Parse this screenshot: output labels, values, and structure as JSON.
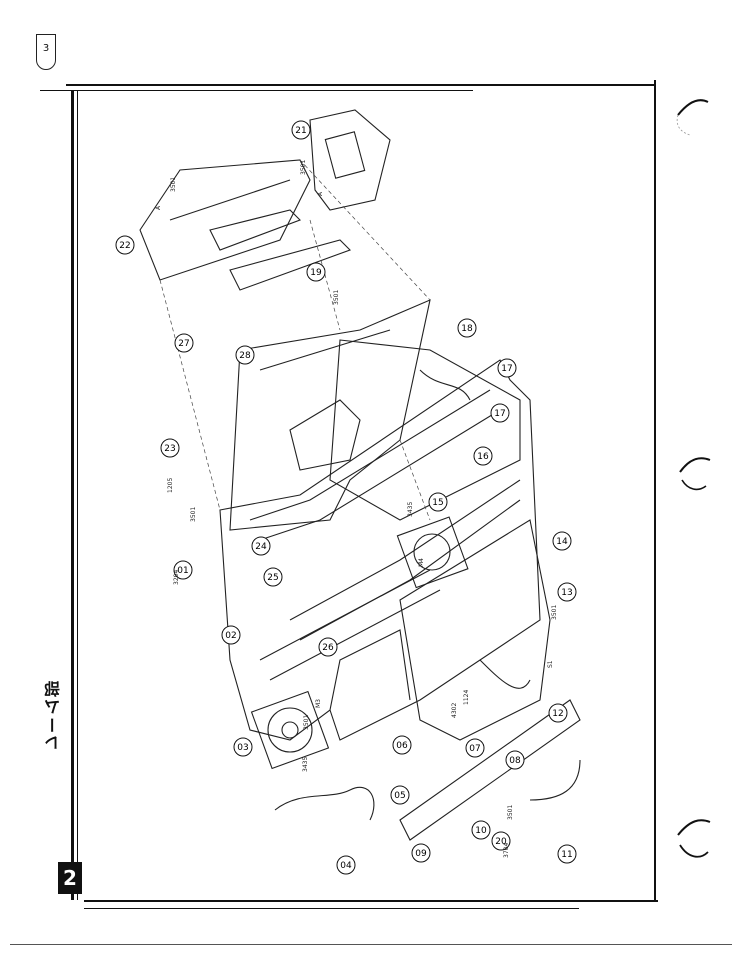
{
  "page": {
    "page_number": "3",
    "section_title": "レーム部",
    "chapter_number": "2"
  },
  "diagram": {
    "callouts": [
      {
        "id": "c21",
        "label": "21"
      },
      {
        "id": "c22",
        "label": "22"
      },
      {
        "id": "c27",
        "label": "27"
      },
      {
        "id": "c28",
        "label": "28"
      },
      {
        "id": "c19",
        "label": "19"
      },
      {
        "id": "c23",
        "label": "23"
      },
      {
        "id": "c18",
        "label": "18"
      },
      {
        "id": "c17a",
        "label": "17"
      },
      {
        "id": "c17b",
        "label": "17"
      },
      {
        "id": "c16",
        "label": "16"
      },
      {
        "id": "c15",
        "label": "15"
      },
      {
        "id": "c14",
        "label": "14"
      },
      {
        "id": "c13",
        "label": "13"
      },
      {
        "id": "c12",
        "label": "12"
      },
      {
        "id": "c01",
        "label": "01"
      },
      {
        "id": "c02",
        "label": "02"
      },
      {
        "id": "c24",
        "label": "24"
      },
      {
        "id": "c25",
        "label": "25"
      },
      {
        "id": "c26",
        "label": "26"
      },
      {
        "id": "c03",
        "label": "03"
      },
      {
        "id": "c04",
        "label": "04"
      },
      {
        "id": "c05",
        "label": "05"
      },
      {
        "id": "c06",
        "label": "06"
      },
      {
        "id": "c07",
        "label": "07"
      },
      {
        "id": "c08",
        "label": "08"
      },
      {
        "id": "c09",
        "label": "09"
      },
      {
        "id": "c10",
        "label": "10"
      },
      {
        "id": "c20",
        "label": "20"
      },
      {
        "id": "c11",
        "label": "11"
      }
    ],
    "part_codes": [
      {
        "id": "p3501a",
        "text": "3501"
      },
      {
        "id": "p3501b",
        "text": "3501"
      },
      {
        "id": "p3501c",
        "text": "3501"
      },
      {
        "id": "p3501d",
        "text": "3501"
      },
      {
        "id": "p3501e",
        "text": "3501"
      },
      {
        "id": "p3501f",
        "text": "3501"
      },
      {
        "id": "p3501g",
        "text": "3501"
      },
      {
        "id": "p1205",
        "text": "1205"
      },
      {
        "id": "p3435a",
        "text": "3435"
      },
      {
        "id": "p3435b",
        "text": "3435"
      },
      {
        "id": "p3204",
        "text": "3204"
      },
      {
        "id": "p3704",
        "text": "3704"
      },
      {
        "id": "p1124",
        "text": "1124"
      },
      {
        "id": "p4302",
        "text": "4302"
      },
      {
        "id": "pM4",
        "text": "M4"
      },
      {
        "id": "pM3",
        "text": "M3"
      },
      {
        "id": "pS1",
        "text": "S1"
      },
      {
        "id": "pA1",
        "text": "A"
      },
      {
        "id": "pA2",
        "text": "A"
      }
    ]
  }
}
